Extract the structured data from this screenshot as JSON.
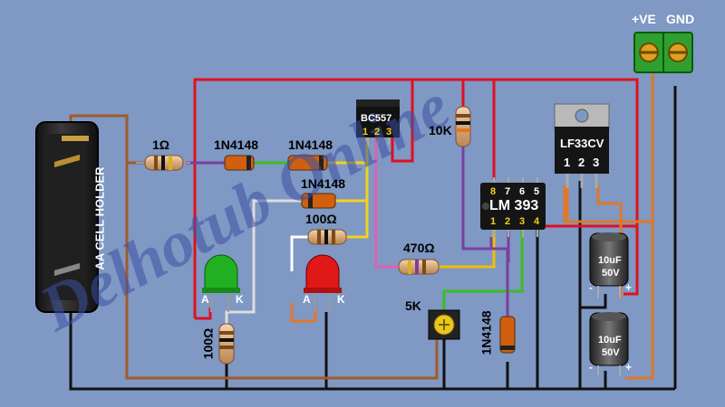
{
  "watermark": "Delhotub Online",
  "battery": {
    "label": "AA CELL HOLDER"
  },
  "terminals": {
    "positive": "+VE",
    "ground": "GND"
  },
  "resistors": {
    "r1": "1Ω",
    "r_led_bottom": "100Ω",
    "r_mid": "100Ω",
    "r_470": "470Ω",
    "r_10k": "10K"
  },
  "diodes": {
    "d1": "1N4148",
    "d2": "1N4148",
    "d3": "1N4148",
    "d4": "1N4148"
  },
  "transistor": {
    "label": "BC557",
    "pins": [
      "1",
      "2",
      "3"
    ]
  },
  "comparator": {
    "label": "LM 393",
    "top_pins": [
      "8",
      "7",
      "6",
      "5"
    ],
    "bottom_pins": [
      "1",
      "2",
      "3",
      "4"
    ]
  },
  "regulator": {
    "label": "LF33CV",
    "pins": [
      "1",
      "2",
      "3"
    ]
  },
  "pot": {
    "label": "5K"
  },
  "leds": {
    "green": {
      "anode": "A",
      "cathode": "K"
    },
    "red": {
      "anode": "A",
      "cathode": "K"
    }
  },
  "capacitors": [
    {
      "value": "10uF",
      "voltage": "50V",
      "neg": "-",
      "pos": "+"
    },
    {
      "value": "10uF",
      "voltage": "50V",
      "neg": "-",
      "pos": "+"
    }
  ],
  "colors": {
    "background": "#7f98c4",
    "positive_wire": "#e01020",
    "ground_wire": "#111111",
    "battery_wire": "#a05a2c",
    "purple_wire": "#7b3fa0",
    "orange_wire": "#e07828",
    "yellow_wire": "#f2d21a",
    "pink_wire": "#e060b0",
    "green_wire": "#38c020",
    "terminal": "#2fa02f"
  }
}
